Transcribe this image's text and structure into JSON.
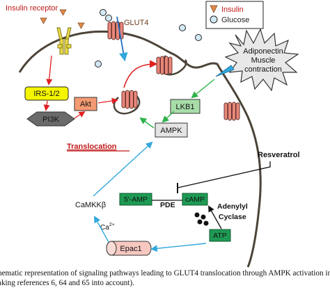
{
  "legend": {
    "insulin": "Insulin",
    "glucose": "Glucose"
  },
  "labels": {
    "insulin_receptor": "Insulin receptor",
    "glut4": "GLUT4",
    "irs": "IRS-1/2",
    "pi3k": "PI3K",
    "akt": "Akt",
    "lkb1": "LKB1",
    "ampk": "AMPK",
    "translocation": "Translocation",
    "adiponectin_line1": "Adiponectin",
    "adiponectin_line2": "Muscle",
    "adiponectin_line3": "contraction",
    "resveratrol": "Resveratrol",
    "five_amp": "5'-AMP",
    "camp": "cAMP",
    "pde": "PDE",
    "adenylyl": "Adenylyl",
    "cyclase": "Cyclase",
    "atp": "ATP",
    "camkk": "CaMKKβ",
    "ca_base": "Ca",
    "ca_sup": "2+",
    "epac1": "Epac1"
  },
  "caption": {
    "line1": "hematic representation of signaling pathways leading to GLUT4 translocation through AMPK activation in muscle cells",
    "line2": "aking references 6, 64 and 65 into account)."
  },
  "colors": {
    "irs_fill": "#f5f500",
    "pi3k_fill": "#6a6a6a",
    "akt_fill": "#f39a73",
    "lkb1_fill": "#a8dda9",
    "ampk_fill": "#e4e4e4",
    "green_box": "#1e9a54",
    "red_arrow": "#e02020",
    "blue_arrow": "#31a8dc",
    "green_arrow": "#2fb24a",
    "glut4": "#e8877a",
    "insulin": "#e0894a",
    "glucose": "#d3e9f6",
    "epac1_fill": "#f6c8c0",
    "membrane": "#4c4338"
  }
}
